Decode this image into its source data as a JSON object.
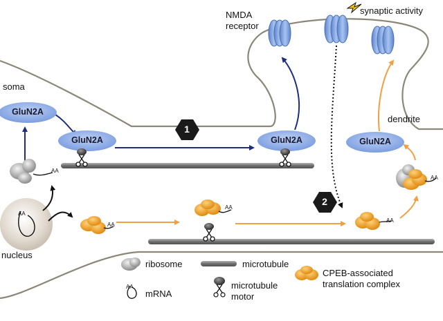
{
  "labels": {
    "soma": "soma",
    "nucleus": "nucleus",
    "dendrite": "dendrite",
    "nmda_receptor": "NMDA\nreceptor",
    "synaptic_activity": "synaptic activity"
  },
  "proteins": {
    "glun2a_soma": "GluN2A",
    "glun2a_motor": "GluN2A",
    "glun2a_spine": "GluN2A",
    "glun2a_local": "GluN2A"
  },
  "pathways": {
    "pathway_1": "1",
    "pathway_2": "2"
  },
  "legend": {
    "ribosome": "ribosome",
    "microtubule": "microtubule",
    "cpeb_complex": "CPEB-associated\ntranslation complex",
    "mrna": "mRNA",
    "microtubule_motor": "microtubule\nmotor",
    "mrna_tail": "AA"
  },
  "colors": {
    "pathway1_arrow": "#1f2d7a",
    "pathway2_arrow": "#f0a040",
    "receptor": "#7a9fe0",
    "glun2a_fill": "#8fb0e8",
    "cpeb": "#f0a030",
    "microtubule": "#808080",
    "hexagon": "#1a1a1a",
    "membrane": "#8a8778"
  }
}
